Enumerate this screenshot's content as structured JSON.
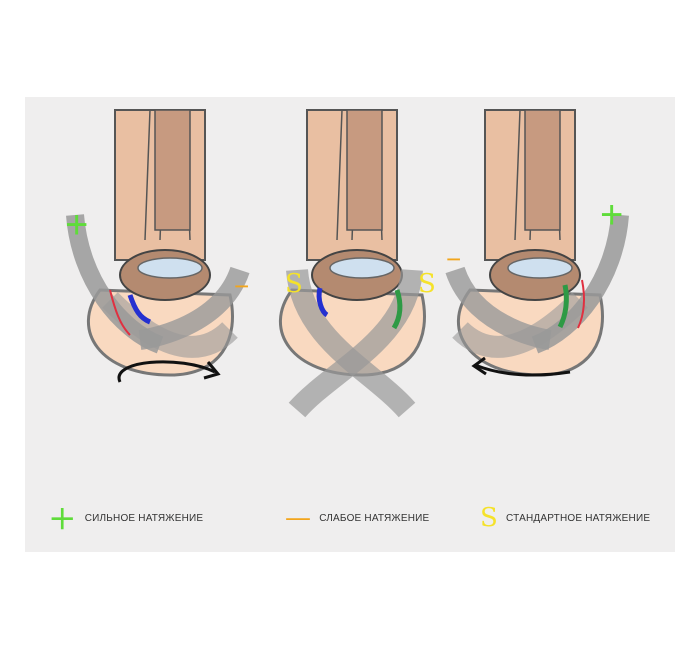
{
  "legend": [
    {
      "symbol": "+",
      "label": "СИЛЬНОЕ НАТЯЖЕНИЕ",
      "color": "#5fdc3a"
    },
    {
      "symbol": "—",
      "label": "СЛАБОЕ НАТЯЖЕНИЕ",
      "color": "#f2a51c"
    },
    {
      "symbol": "S",
      "label": "СТАНДАРТНОЕ НАТЯЖЕНИЕ",
      "color": "#f5e22a"
    }
  ],
  "markers": {
    "strong": "+",
    "weak": "—",
    "standard": "S"
  }
}
